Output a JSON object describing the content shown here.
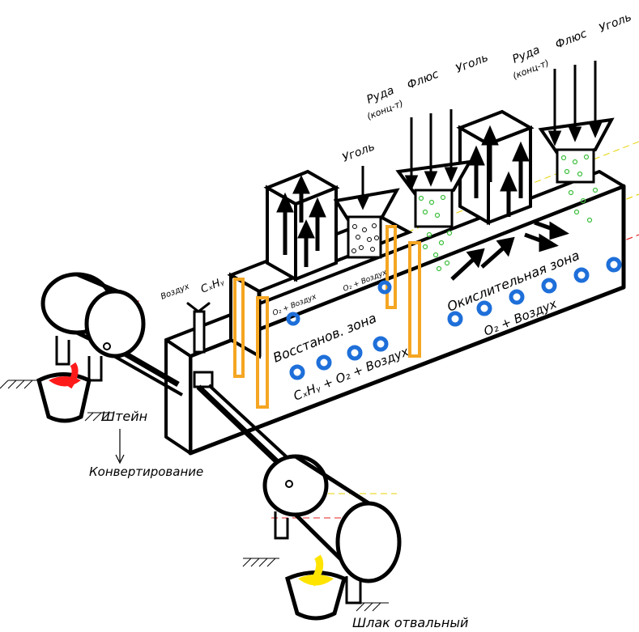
{
  "labels": {
    "ore_1": "Руда",
    "flux_1": "Флюс",
    "coal_1": "Уголь",
    "conc_1": "(конц-т)",
    "ore_2": "Руда",
    "flux_2": "Флюс",
    "coal_2": "Уголь",
    "conc_2": "(конц-т)",
    "coal_3": "Уголь",
    "air_left": "Воздух",
    "cxhy_top": "CₓHᵧ",
    "o2_air_small_1": "O₂ + Воздух",
    "o2_air_small_2": "O₂ + Воздух",
    "reduction_zone": "Восстанов. зона",
    "oxidation_zone": "Окислительная зона",
    "cxhy_o2_air": "CₓHᵧ + O₂ + Воздух",
    "o2_air_right": "O₂ + Воздух",
    "matte": "Штейн",
    "converting": "Конвертирование",
    "slag": "Шлак отвальный"
  },
  "colors": {
    "line": "#000000",
    "lance_yellow": "#f5a623",
    "nozzle_blue": "#1e6fd9",
    "charge_green": "#3bbf3b",
    "guide_red": "#e02020",
    "guide_yellow": "#e6d200",
    "metal_red": "#ff1a1a",
    "slag_yellow": "#ffe400"
  }
}
